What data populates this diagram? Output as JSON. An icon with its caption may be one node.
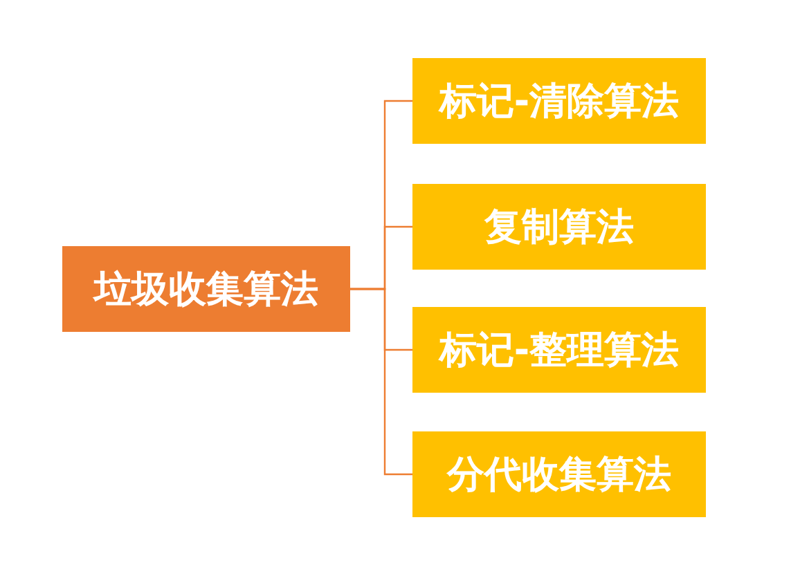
{
  "diagram": {
    "nodes": [
      {
        "text": [
          "垃圾收集算法"
        ]
      },
      {
        "text": [
          "标记-清除算法"
        ]
      },
      {
        "text": [
          "复制算法"
        ]
      },
      {
        "text": [
          "标记-整理算法"
        ]
      },
      {
        "text": [
          "分代收集算法"
        ]
      }
    ],
    "edges": [
      {
        "from": 0,
        "to": 1,
        "arrow": "none"
      },
      {
        "from": 0,
        "to": 2,
        "arrow": "none"
      },
      {
        "from": 0,
        "to": 3,
        "arrow": "none"
      },
      {
        "from": 0,
        "to": 4,
        "arrow": "none"
      }
    ]
  }
}
